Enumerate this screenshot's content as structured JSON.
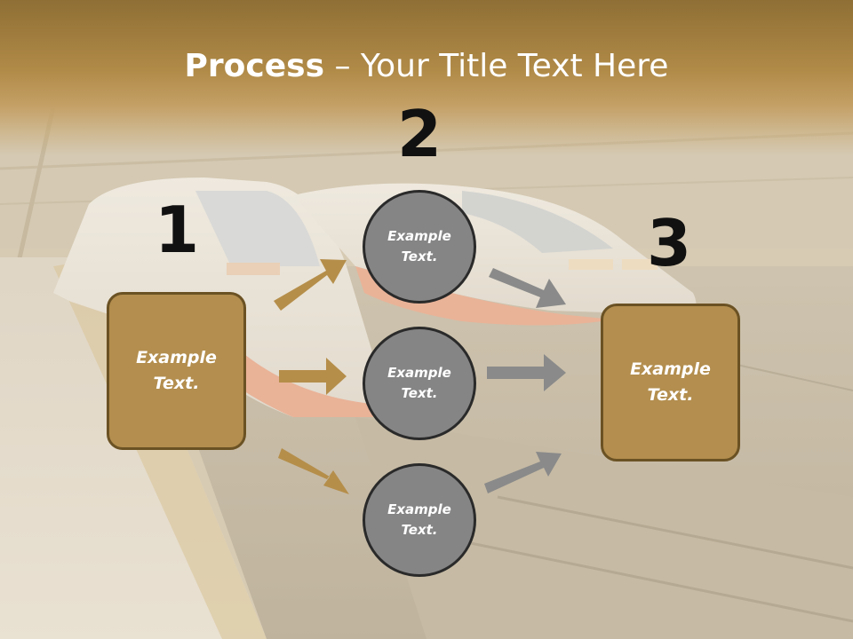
{
  "title": {
    "bold": "Process",
    "rest": " – Your Title Text Here"
  },
  "steps": [
    {
      "number": "1",
      "box_text": "Example\nText."
    },
    {
      "number": "2",
      "circles": [
        "Example\nText.",
        "Example\nText.",
        "Example\nText."
      ]
    },
    {
      "number": "3",
      "box_text": "Example\nText."
    }
  ],
  "colors": {
    "header": "#b08a47",
    "box_fill": "#b38e4e",
    "box_border": "#6b5224",
    "circle_fill": "#858585",
    "circle_border": "#2a2a2a",
    "arrow_gold": "#b58e4a",
    "arrow_gray": "#8a8a8a"
  }
}
